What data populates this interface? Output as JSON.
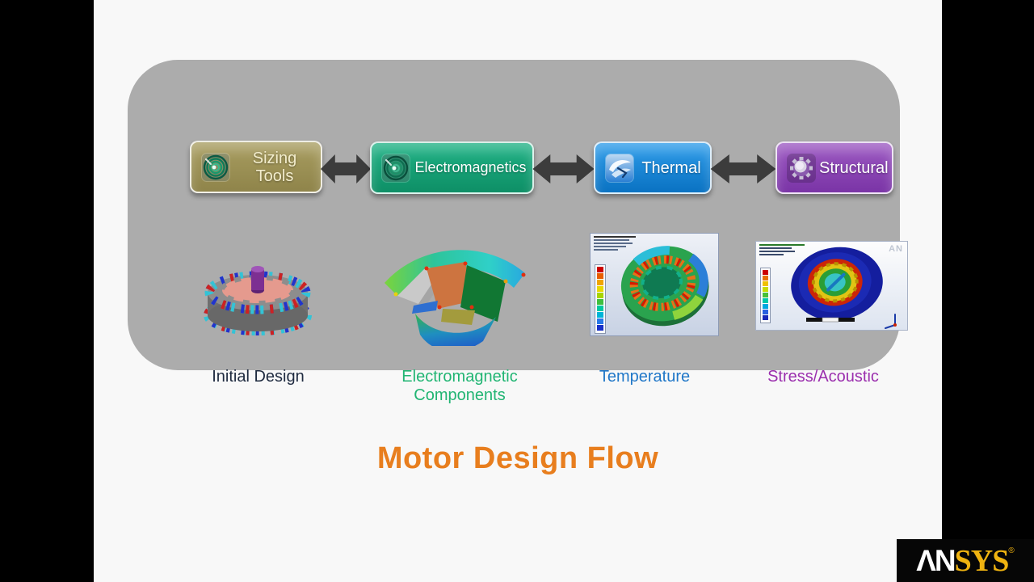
{
  "slide": {
    "title": "Motor Design Flow",
    "title_color": "#E87E1E",
    "background_color": "#F8F8F8",
    "panel_color": "#ACACAC"
  },
  "flow": {
    "connector_style": "double-headed-arrow",
    "connector_color": "#3C3C3C",
    "steps": [
      {
        "label": "Sizing Tools",
        "color": "#9A8F52",
        "icon": "maxwell-spiral-icon"
      },
      {
        "label": "Electromagnetics",
        "color": "#17A377",
        "icon": "maxwell-spiral-icon"
      },
      {
        "label": "Thermal",
        "color": "#1585D8",
        "icon": "thermal-swirl-icon"
      },
      {
        "label": "Structural",
        "color": "#8A3FB5",
        "icon": "gear-icon"
      }
    ]
  },
  "results": [
    {
      "caption": "Initial Design",
      "caption_color": "#1F2B40",
      "image": "motor-3d-model-thumbnail"
    },
    {
      "caption": "Electromagnetic Components",
      "caption_color": "#21B573",
      "image": "electromagnetic-fea-wedge-thumbnail"
    },
    {
      "caption": "Temperature",
      "caption_color": "#2077C8",
      "image": "thermal-contour-ring-thumbnail"
    },
    {
      "caption": "Stress/Acoustic",
      "caption_color": "#9B2FAE",
      "image": "structural-contour-disc-thumbnail"
    }
  ],
  "logo": {
    "text_white": "ΛN",
    "text_gold": "SYS",
    "registered": "®"
  }
}
